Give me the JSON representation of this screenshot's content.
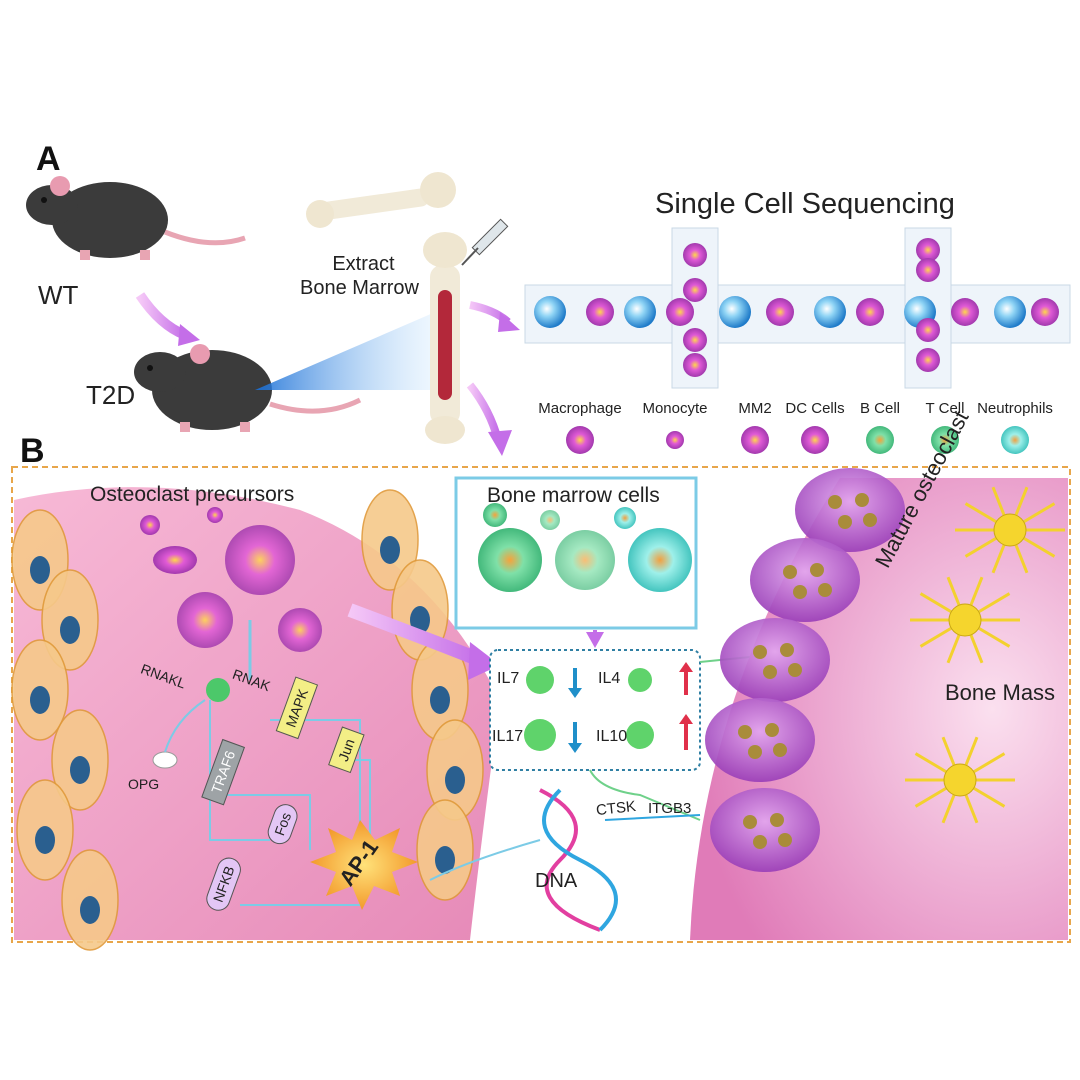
{
  "panels": {
    "a": "A",
    "b": "B"
  },
  "mice": {
    "wt": "WT",
    "t2d": "T2D"
  },
  "extract": {
    "line1": "Extract",
    "line2": "Bone Marrow"
  },
  "sequencing_title": "Single Cell Sequencing",
  "cell_types": [
    "Macrophage",
    "Monocyte",
    "MM2",
    "DC Cells",
    "B Cell",
    "T Cell",
    "Neutrophils"
  ],
  "panel_b": {
    "precursors": "Osteoclast precursors",
    "bmc_title": "Bone marrow cells",
    "mature": "Mature osteoclast",
    "bone_mass": "Bone Mass",
    "dna": "DNA",
    "genes": {
      "ctsk": "CTSK",
      "itgb3": "ITGB3"
    },
    "receptor": {
      "rnakl": "RNAKL",
      "rnak": "RNAK",
      "opg": "OPG"
    },
    "signaling": {
      "traf6": "TRAF6",
      "mapk": "MAPK",
      "jun": "Jun",
      "fos": "Fos",
      "nfkb": "NFKB",
      "ap1": "AP-1"
    },
    "cytokines": {
      "il7": "IL7",
      "il4": "IL4",
      "il17": "IL17",
      "il10": "IL10"
    }
  },
  "colors": {
    "border": "#e8a64a",
    "tissue": "#f2a4c8",
    "osteoclast": "#b44fc9",
    "bmc_box": "#7ccbe6",
    "arrow": "#d77ff0"
  }
}
